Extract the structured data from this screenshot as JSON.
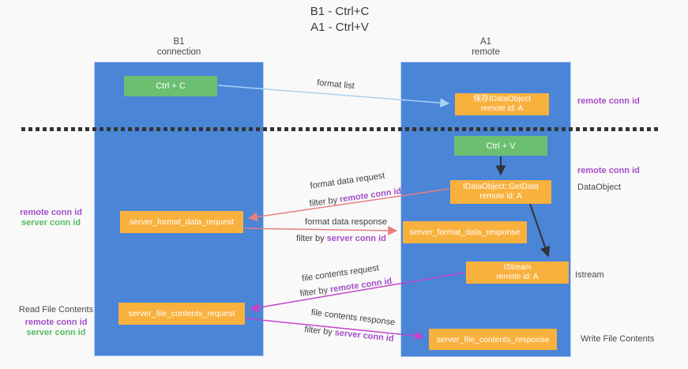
{
  "title": {
    "line1": "B1 - Ctrl+C",
    "line2": "A1 - Ctrl+V"
  },
  "lanes": {
    "left": {
      "name": "B1",
      "role": "connection"
    },
    "right": {
      "name": "A1",
      "role": "remote"
    }
  },
  "nodes": {
    "ctrl_c": {
      "label": "Ctrl + C"
    },
    "ctrl_v": {
      "label": "Ctrl + V"
    },
    "save_dataobject": {
      "line1": "保存IDataObject",
      "line2": "remote id: A"
    },
    "getdata": {
      "line1": "IDataObject::GetData",
      "line2": "remote id: A"
    },
    "istream": {
      "line1": "IStream",
      "line2": "remote id: A"
    },
    "format_request": {
      "label": "server_format_data_request"
    },
    "format_response": {
      "label": "server_format_data_response"
    },
    "file_request": {
      "label": "server_file_contents_request"
    },
    "file_response": {
      "label": "server_file_contents_response"
    }
  },
  "edge_labels": {
    "format_list": "format list",
    "format_data_request": "format data request",
    "format_data_response": "format data response",
    "file_contents_request": "file contents request",
    "file_contents_response": "file contents response",
    "filter_by": "filter by ",
    "remote_conn_id": "remote conn id",
    "server_conn_id": "server conn id"
  },
  "annotations": {
    "right": {
      "remote_conn_id_top": "remote conn id",
      "remote_conn_id_mid": "remote conn id",
      "dataobject": "DataObject",
      "istream": "Istream",
      "write_file_contents": "Write File Contents"
    },
    "left": {
      "remote_conn_id_1": "remote conn id",
      "server_conn_id_1": "server conn id",
      "read_file_contents": "Read File Contents",
      "remote_conn_id_2": "remote conn id",
      "server_conn_id_2": "server conn id"
    }
  },
  "colors": {
    "lane_blue": "#4a85d8",
    "node_green": "#6cbf70",
    "node_orange": "#f9b13e",
    "arrow_black": "#333333",
    "arrow_red": "#e87e7e",
    "arrow_magenta": "#c444c8",
    "arrow_lightblue": "#a9d2f2",
    "label_purple": "#a44fc8",
    "label_green": "#55bb61",
    "text_dark": "#3d3d3d"
  }
}
